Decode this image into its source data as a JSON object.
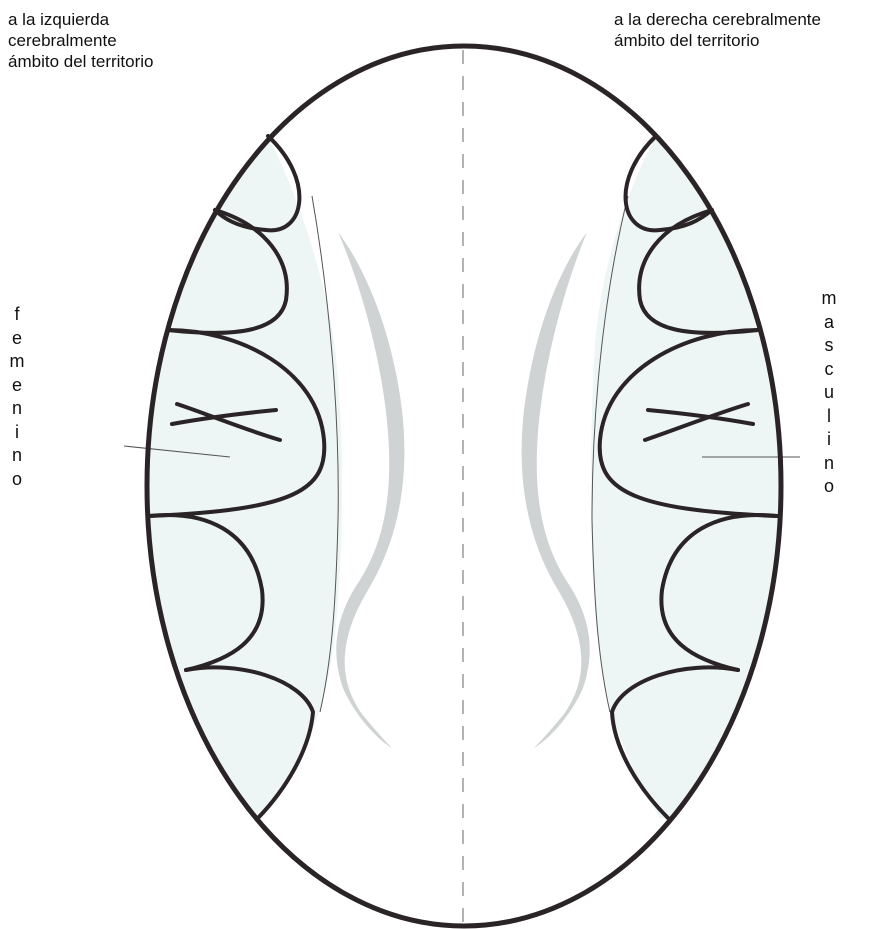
{
  "labels": {
    "left_caption": "a la izquierda\ncerebralmente\námbito del territorio",
    "right_caption": "a la derecha cerebralmente\námbito del territorio",
    "left_side_word": "femenino",
    "right_side_word": "masculino"
  },
  "colors": {
    "outline": "#2a2426",
    "lobe_fill": "#edf5f5",
    "wave": "#cfd3d3",
    "midline": "#9a9a9a",
    "thin_line": "#555555"
  }
}
